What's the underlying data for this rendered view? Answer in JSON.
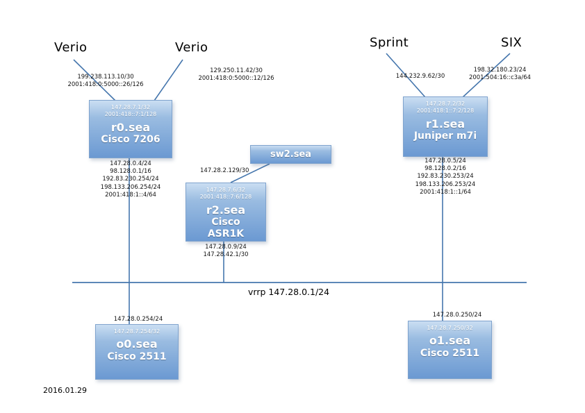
{
  "colors": {
    "node_fill_top": "#cadef2",
    "node_fill_bottom": "#6b99d2",
    "wire": "#4576ad"
  },
  "diagram": {
    "date": "2016.01.29",
    "bus_label": "vrrp 147.28.0.1/24",
    "externals": [
      {
        "label": "Verio",
        "lines": [
          "199.238.113.10/30",
          "2001:418:0:5000::26/126"
        ]
      },
      {
        "label": "Verio",
        "lines": [
          "129.250.11.42/30",
          "2001:418:0:5000::12/126"
        ]
      },
      {
        "label": "Sprint",
        "lines": [
          "144.232.9.62/30"
        ]
      },
      {
        "label": "SIX",
        "lines": [
          "198.32.180.23/24",
          "2001:504:16::c3a/64"
        ]
      }
    ],
    "r0": {
      "lo": [
        "147.28.7.1/32",
        "2001:418::7:1/128"
      ],
      "name": "r0.sea",
      "model": "Cisco 7206",
      "lan": [
        "147.28.0.4/24",
        "98.128.0.1/16",
        "192.83.230.254/24",
        "198.133.206.254/24",
        "2001:418:1::4/64"
      ]
    },
    "r1": {
      "lo": [
        "147.28.7.2/32",
        "2001:418:1::7:2/128"
      ],
      "name": "r1.sea",
      "model": "Juniper m7i",
      "lan": [
        "147.28.0.5/24",
        "98.128.0.2/16",
        "192.83.230.253/24",
        "198.133.206.253/24",
        "2001:418:1::1/64"
      ]
    },
    "r2": {
      "link": "147.28.2.129/30",
      "lo": [
        "147.28.7.6/32",
        "2001:418::7:6/128"
      ],
      "name": "r2.sea",
      "model1": "Cisco",
      "model2": "ASR1K",
      "lan": [
        "147.28.0.9/24",
        "147.28.42.1/30"
      ]
    },
    "sw2": {
      "name": "sw2.sea"
    },
    "o0": {
      "lan": "147.28.0.254/24",
      "lo": "147.28.7.254/32",
      "name": "o0.sea",
      "model": "Cisco 2511"
    },
    "o1": {
      "lan": "147.28.0.250/24",
      "lo": "147.28.7.250/32",
      "name": "o1.sea",
      "model": "Cisco 2511"
    }
  }
}
